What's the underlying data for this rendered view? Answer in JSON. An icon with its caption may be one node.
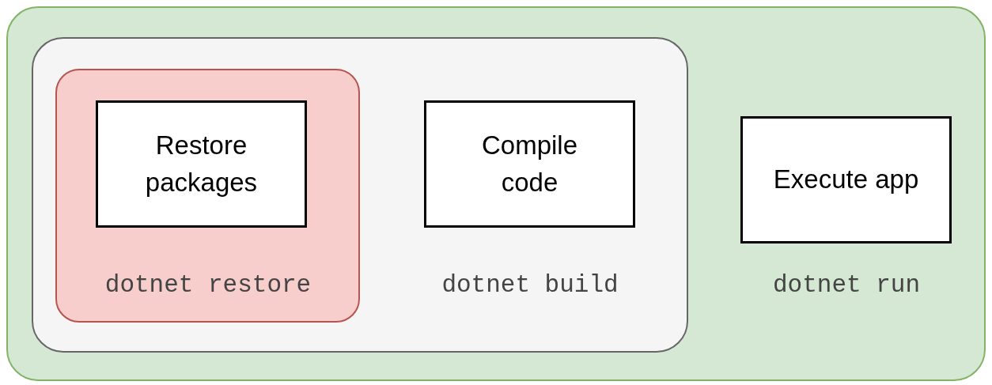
{
  "diagram": {
    "nodes": [
      {
        "text": [
          "dotnet run"
        ]
      },
      {
        "text": [
          "dotnet build"
        ],
        "in": 0
      },
      {
        "text": [
          "dotnet restore"
        ],
        "in": 1
      },
      {
        "text": [
          "Restore packages"
        ],
        "in": 2
      },
      {
        "text": [
          "Compile code"
        ],
        "in": 1
      },
      {
        "text": [
          "Execute app"
        ],
        "in": 0
      }
    ]
  }
}
